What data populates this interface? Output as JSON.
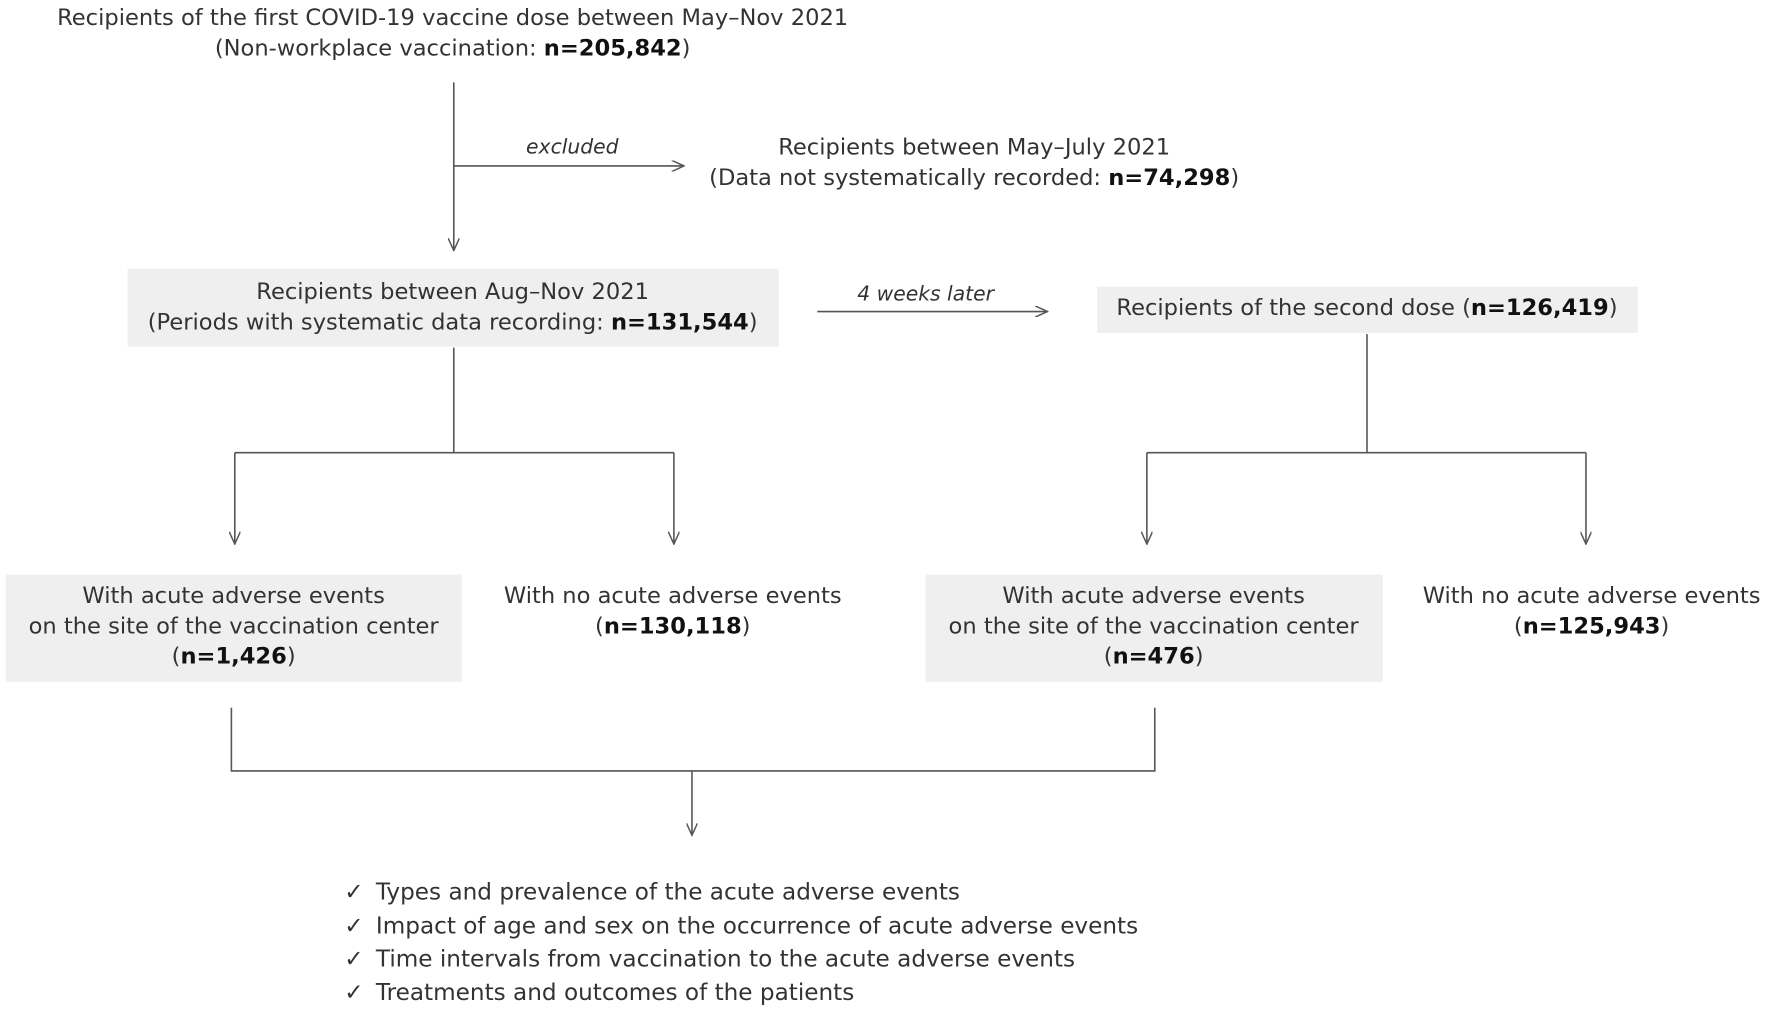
{
  "top": {
    "line1": "Recipients of the first COVID-19 vaccine dose between May–Nov 2021",
    "line2_prefix": "(Non-workplace vaccination: ",
    "line2_n": "n=205,842",
    "line2_suffix": ")"
  },
  "excluded": {
    "label": "excluded",
    "line1": "Recipients between May–July 2021",
    "line2_prefix": "(Data not systematically recorded: ",
    "line2_n": "n=74,298",
    "line2_suffix": ")"
  },
  "first_dose": {
    "line1": "Recipients between Aug–Nov 2021",
    "line2_prefix": "(Periods with systematic data recording: ",
    "line2_n": "n=131,544",
    "line2_suffix": ")"
  },
  "interval": {
    "label": "4 weeks later"
  },
  "second_dose": {
    "prefix": "Recipients of the second dose (",
    "n": "n=126,419",
    "suffix": ")"
  },
  "first_ae": {
    "line1": "With acute adverse events",
    "line2": "on the site of the vaccination center",
    "n": "n=1,426"
  },
  "first_no_ae": {
    "line1": "With no acute adverse events",
    "n": "n=130,118"
  },
  "second_ae": {
    "line1": "With acute adverse events",
    "line2": "on the site of the vaccination center",
    "n": "n=476"
  },
  "second_no_ae": {
    "line1": "With no acute adverse events",
    "n": "n=125,943"
  },
  "outcomes": {
    "check_icon": "✓",
    "items": [
      "Types and prevalence of the acute adverse events",
      "Impact of age and sex on the occurrence of acute adverse events",
      "Time intervals from vaccination to the acute adverse events",
      "Treatments and outcomes of the patients"
    ]
  },
  "colors": {
    "box_fill": "#efefef",
    "line": "#555555"
  }
}
